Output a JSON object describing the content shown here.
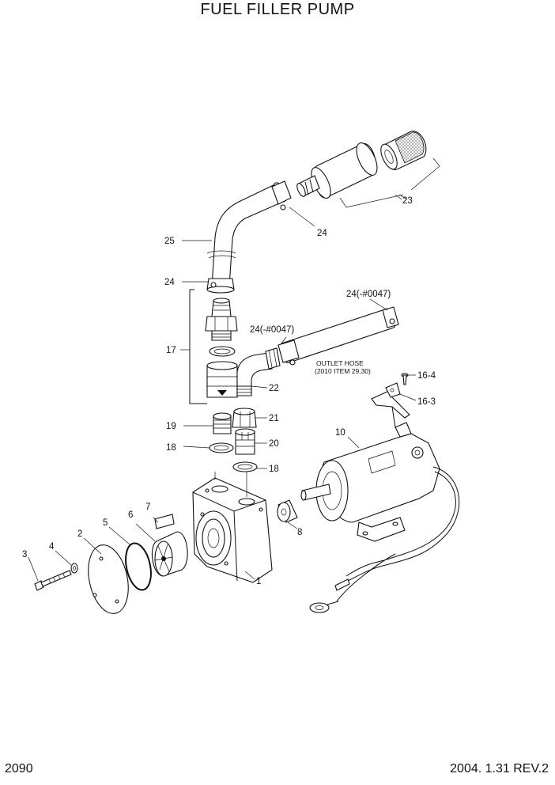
{
  "title": "FUEL FILLER PUMP",
  "page_number": "2090",
  "revision": "2004. 1.31 REV.2",
  "note_outlet_hose": [
    "OUTLET HOSE",
    "(2010 ITEM 29,30)"
  ],
  "callouts": {
    "c1": "1",
    "c2": "2",
    "c3": "3",
    "c4": "4",
    "c5": "5",
    "c6": "6",
    "c7": "7",
    "c8": "8",
    "c10": "10",
    "c16_3": "16-3",
    "c16_4": "16-4",
    "c17": "17",
    "c18a": "18",
    "c18b": "18",
    "c19": "19",
    "c20": "20",
    "c21": "21",
    "c22": "22",
    "c23": "23",
    "c24a": "24",
    "c24b": "24",
    "c24c": "24(-#0047)",
    "c24d": "24(-#0047)",
    "c25": "25"
  }
}
